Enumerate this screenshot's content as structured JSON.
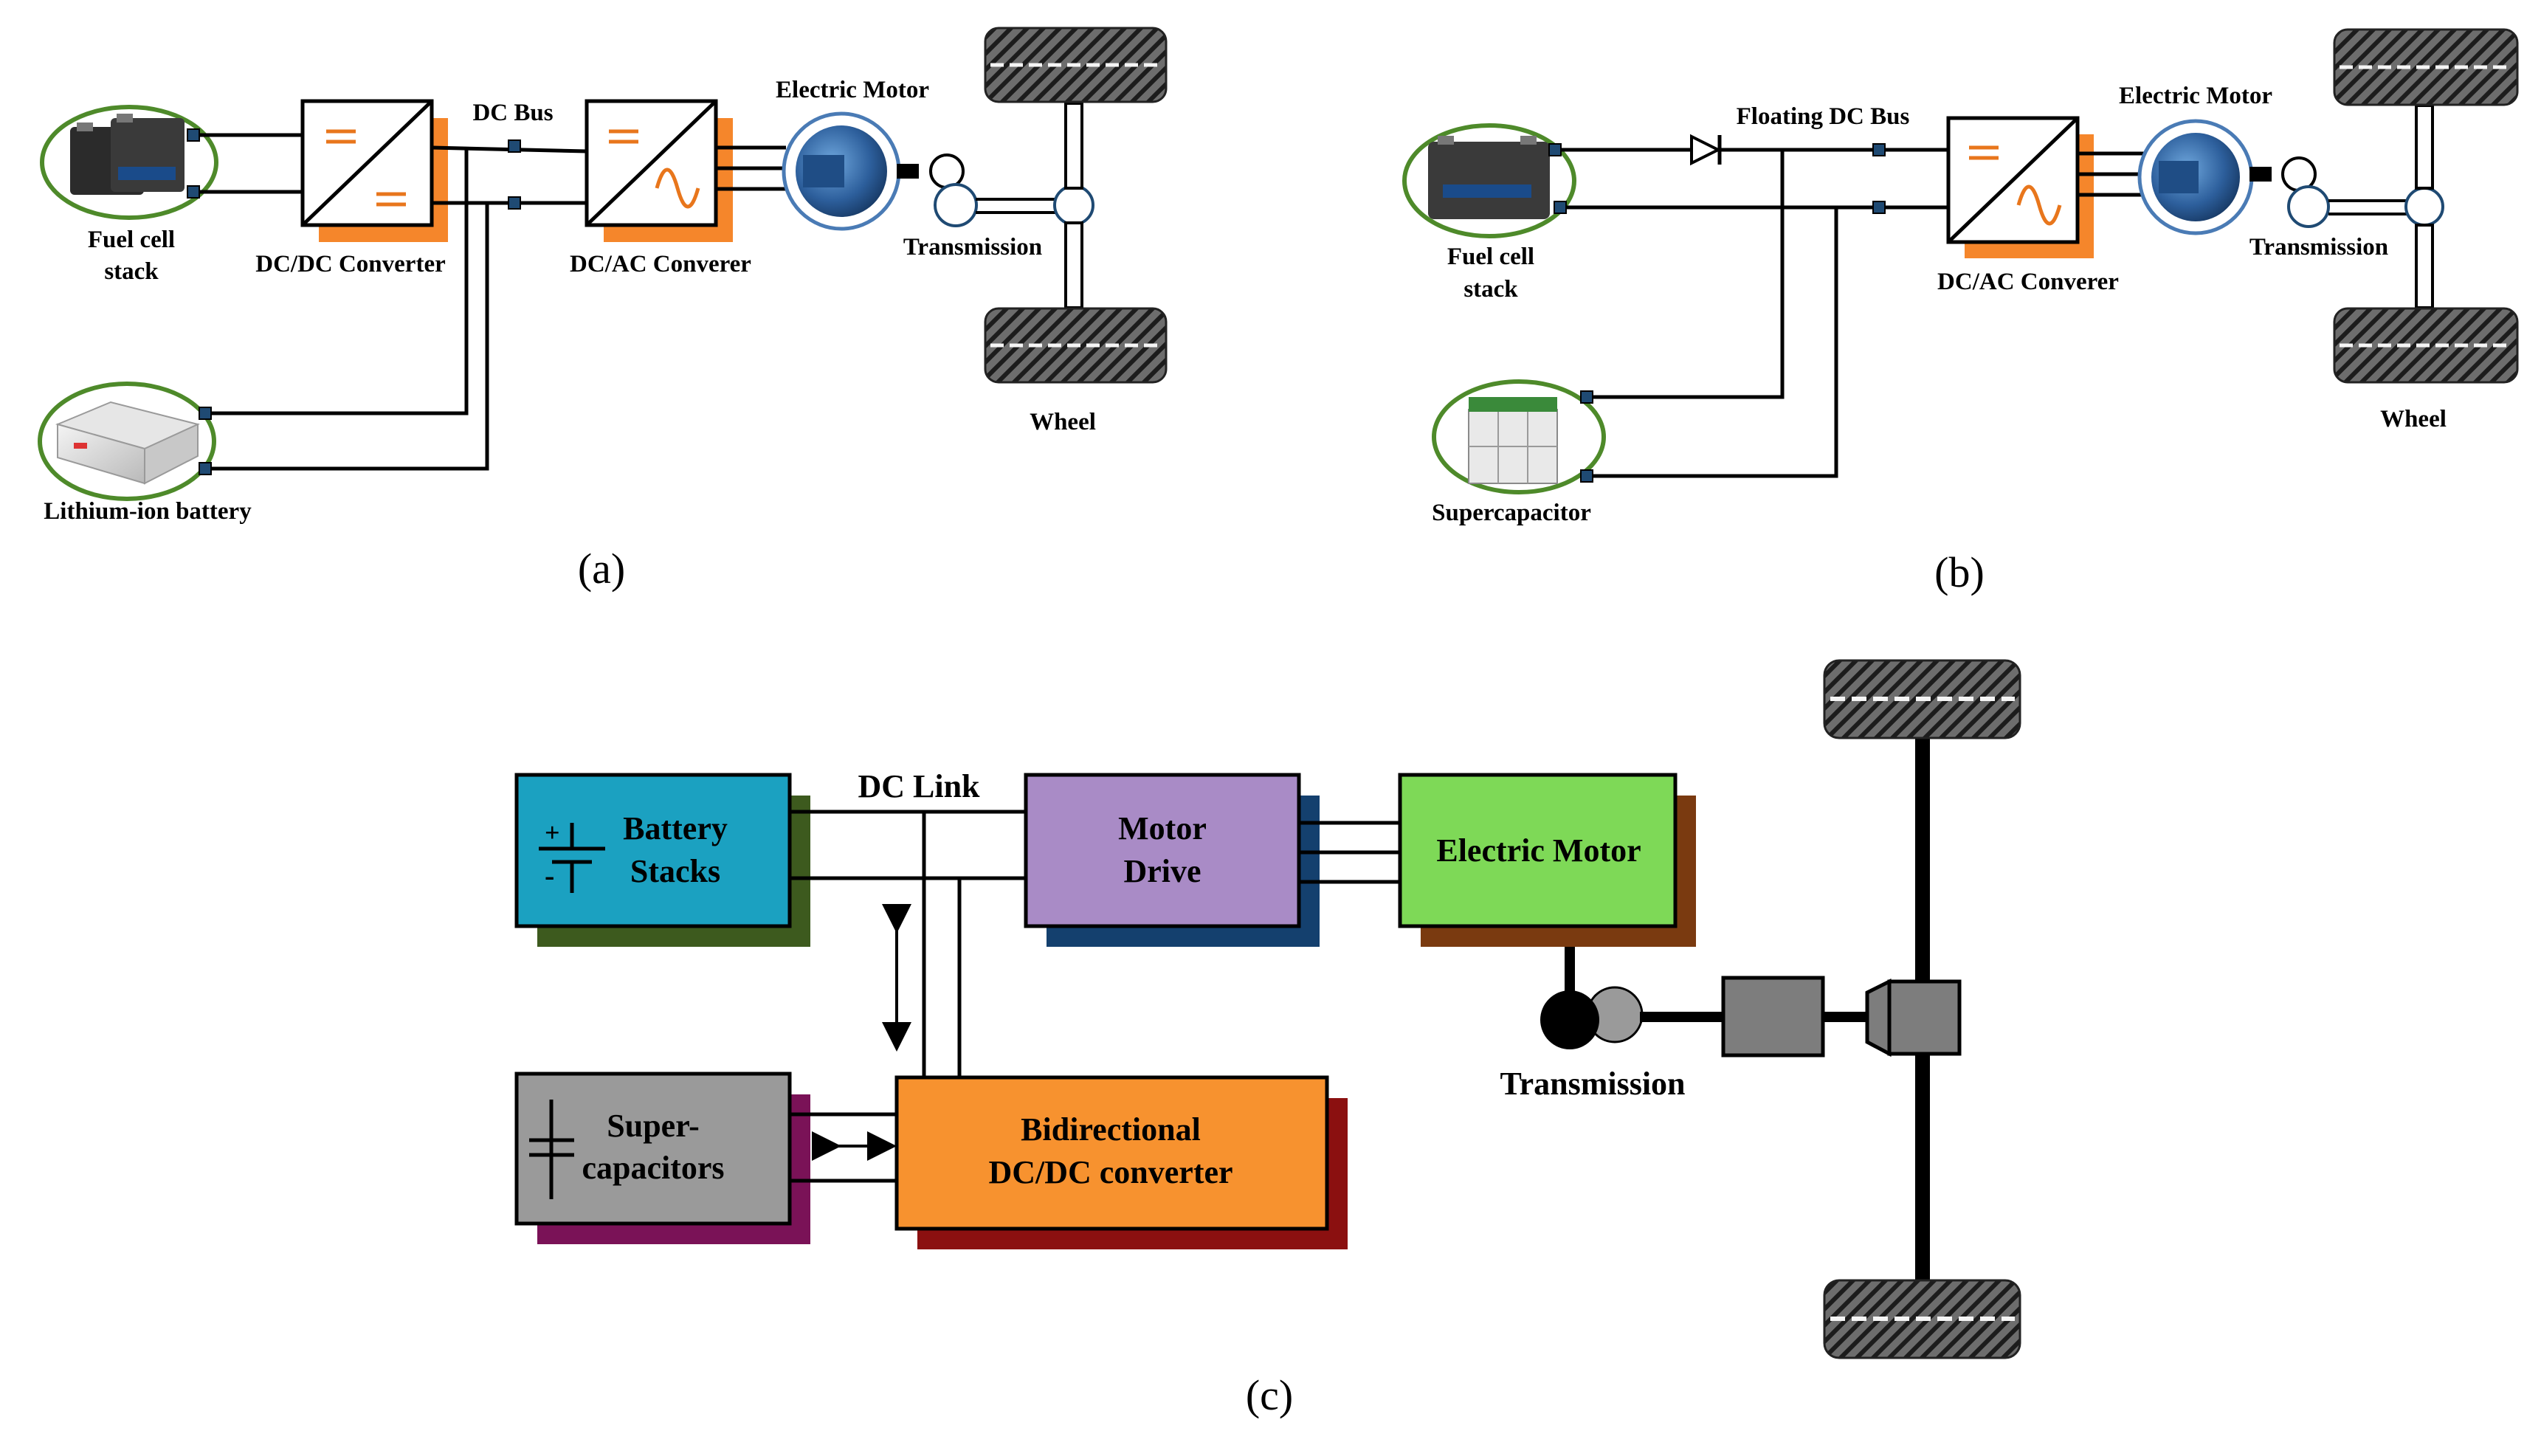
{
  "panel_a": {
    "fuel_cell_line1": "Fuel cell",
    "fuel_cell_line2": "stack",
    "dcdc_converter": "DC/DC Converter",
    "dc_bus": "DC Bus",
    "dcac_converter": "DC/AC Converer",
    "electric_motor": "Electric Motor",
    "transmission": "Transmission",
    "wheel": "Wheel",
    "battery": "Lithium-ion battery",
    "caption": "(a)"
  },
  "panel_b": {
    "floating_dc_bus": "Floating DC Bus",
    "electric_motor": "Electric Motor",
    "fuel_cell_line1": "Fuel cell",
    "fuel_cell_line2": "stack",
    "dcac_converter": "DC/AC Converer",
    "transmission": "Transmission",
    "wheel": "Wheel",
    "supercapacitor": "Supercapacitor",
    "caption": "(b)"
  },
  "panel_c": {
    "dc_link": "DC Link",
    "battery_line1": "Battery",
    "battery_line2": "Stacks",
    "motor_drive_line1": "Motor",
    "motor_drive_line2": "Drive",
    "electric_motor": "Electric Motor",
    "supercap_line1": "Super-",
    "supercap_line2": "capacitors",
    "bidir_line1": "Bidirectional",
    "bidir_line2": "DC/DC converter",
    "transmission": "Transmission",
    "caption": "(c)"
  },
  "colors": {
    "orange_shadow": "#f5862b",
    "converter_icon": "#e8761c",
    "battery_block": "#1ba1c1",
    "battery_shadow": "#3d5a1e",
    "motor_drive_block": "#a98bc6",
    "motor_drive_shadow": "#14406e",
    "electric_motor_block": "#7ed957",
    "electric_motor_shadow": "#7a3a10",
    "supercap_block": "#9a9a9a",
    "supercap_shadow": "#7a1257",
    "bidir_block": "#f7922f",
    "bidir_shadow": "#8b1010",
    "ellipse_border": "#4e8a2a"
  },
  "icons": [
    "fuel-cell-icon",
    "battery-pack-icon",
    "supercapacitor-icon",
    "electric-motor-icon",
    "tire-icon",
    "diode-icon",
    "capacitor-symbol-icon"
  ]
}
